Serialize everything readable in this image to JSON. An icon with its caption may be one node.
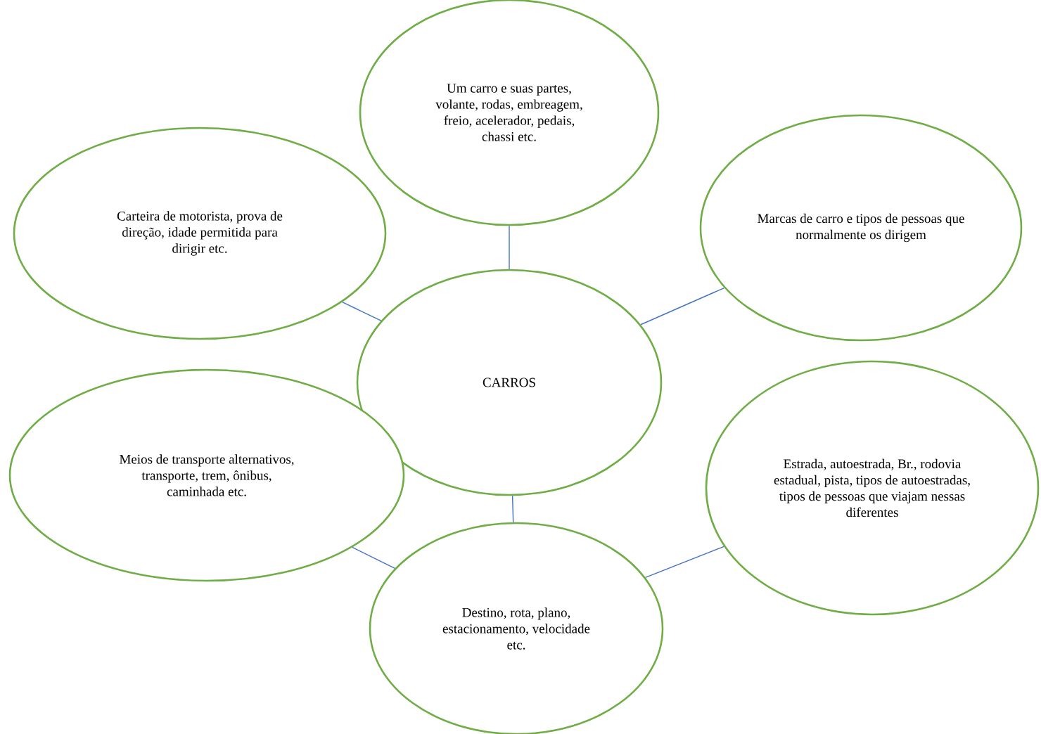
{
  "diagram": {
    "nodes": [
      {
        "text": [
          "Um carro e suas partes, volante, rodas, embreagem, freio, acelerador, pedais, chassi etc."
        ]
      },
      {
        "text": [
          "Carteira de motorista, prova de direção, idade permitida para dirigir etc."
        ]
      },
      {
        "text": [
          "Marcas de carro e tipos de pessoas que normalmente os dirigem"
        ]
      },
      {
        "text": [
          "CARROS"
        ]
      },
      {
        "text": [
          "Meios de transporte alternativos, transporte, trem, ônibus, caminhada etc."
        ]
      },
      {
        "text": [
          "Estrada, autoestrada, Br., rodovia estadual, pista, tipos de autoestradas, tipos de pessoas que viajam nessas diferentes"
        ]
      },
      {
        "text": [
          "Destino, rota, plano, estacionamento, velocidade etc."
        ]
      }
    ],
    "edges": [
      {
        "from": 3,
        "to": 0,
        "arrow": "none"
      },
      {
        "from": 3,
        "to": 1,
        "arrow": "none"
      },
      {
        "from": 3,
        "to": 2,
        "arrow": "none"
      },
      {
        "from": 3,
        "to": 6,
        "arrow": "none"
      },
      {
        "from": 6,
        "to": 4,
        "arrow": "none"
      },
      {
        "from": 6,
        "to": 5,
        "arrow": "none"
      }
    ]
  }
}
